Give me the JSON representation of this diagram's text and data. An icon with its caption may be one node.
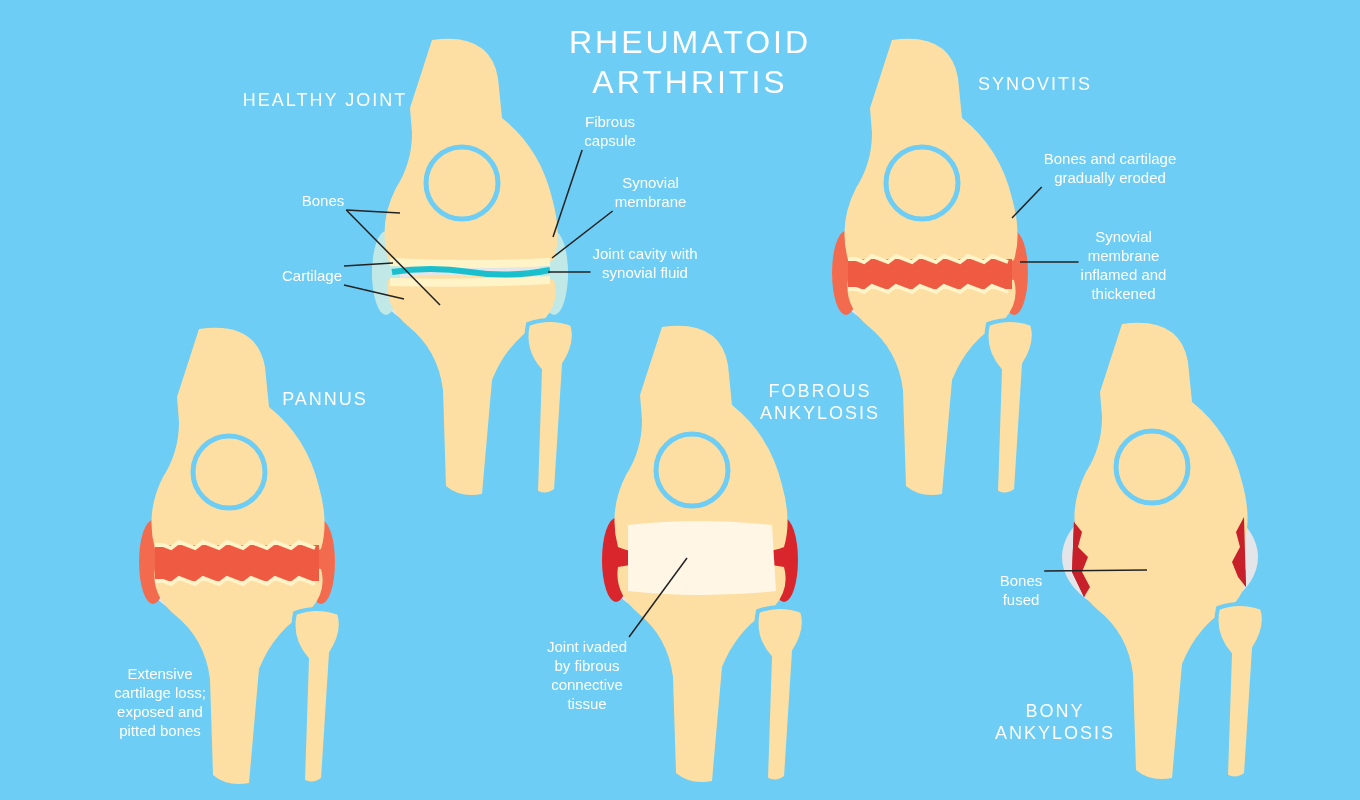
{
  "diagram": {
    "title": "RHEUMATOID ARTHRITIS",
    "nodes": [
      {
        "text": [
          "Bones"
        ]
      },
      {
        "text": [
          "Cartilage"
        ]
      },
      {
        "text": [
          "Fibrous capsule"
        ]
      },
      {
        "text": [
          "Synovial membrane"
        ]
      },
      {
        "text": [
          "Joint cavity with synovial fluid"
        ]
      },
      {
        "text": [
          "Bones and cartilage gradually eroded"
        ]
      },
      {
        "text": [
          "Synovial membrane inflamed and thickened"
        ]
      },
      {
        "text": [
          "Joint ivaded by fibrous connective tissue"
        ]
      },
      {
        "text": [
          "Bones fused"
        ]
      }
    ],
    "edges": [
      {
        "from": 0,
        "to": null,
        "arrow": "none"
      },
      {
        "from": 0,
        "to": null,
        "arrow": "none"
      },
      {
        "from": 1,
        "to": null,
        "arrow": "none"
      },
      {
        "from": 1,
        "to": null,
        "arrow": "none"
      },
      {
        "from": 2,
        "to": null,
        "arrow": "none"
      },
      {
        "from": 3,
        "to": null,
        "arrow": "none"
      },
      {
        "from": 4,
        "to": null,
        "arrow": "none"
      },
      {
        "from": 5,
        "to": null,
        "arrow": "none"
      },
      {
        "from": 6,
        "to": null,
        "arrow": "none"
      },
      {
        "from": 7,
        "to": null,
        "arrow": "none"
      },
      {
        "from": 8,
        "to": null,
        "arrow": "none"
      }
    ],
    "labels": [
      "HEALTHY JOINT",
      "SYNOVITIS",
      "PANNUS",
      "FOBROUS ANKYLOSIS",
      "Extensive cartilage loss; exposed and pitted bones",
      "BONY ANKYLOSIS"
    ]
  }
}
